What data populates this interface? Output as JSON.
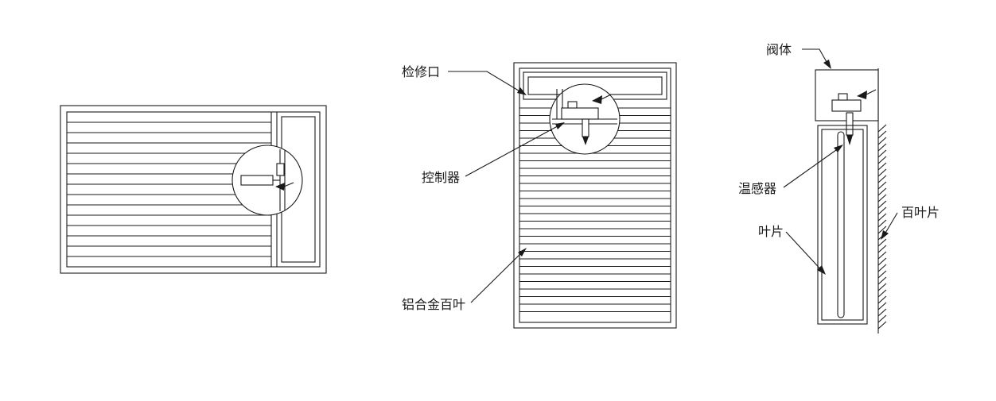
{
  "diagram": {
    "background_color": "#ffffff",
    "line_color": "#1a1a1a",
    "views": {
      "front": {
        "labels": {
          "access_port": "检修口",
          "controller": "控制器",
          "aluminum_louver": "铝合金百叶"
        }
      },
      "side": {
        "labels": {
          "valve_body": "阀体",
          "temp_sensor": "温感器",
          "blade": "叶片",
          "louver_blade": "百叶片"
        }
      }
    }
  }
}
